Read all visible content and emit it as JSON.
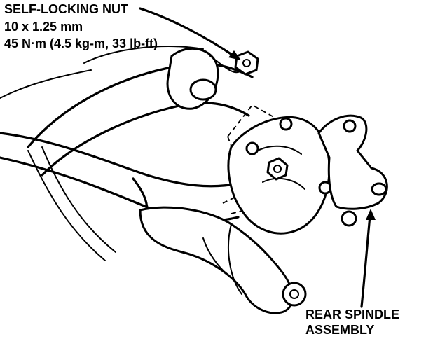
{
  "labels": {
    "nut": {
      "line1": "SELF-LOCKING NUT",
      "line2": "10 x 1.25 mm",
      "line3": "45 N·m (4.5 kg-m, 33 lb-ft)"
    },
    "spindle": {
      "line1": "REAR SPINDLE",
      "line2": "ASSEMBLY"
    }
  },
  "colors": {
    "ink": "#000000",
    "paper": "#ffffff"
  }
}
